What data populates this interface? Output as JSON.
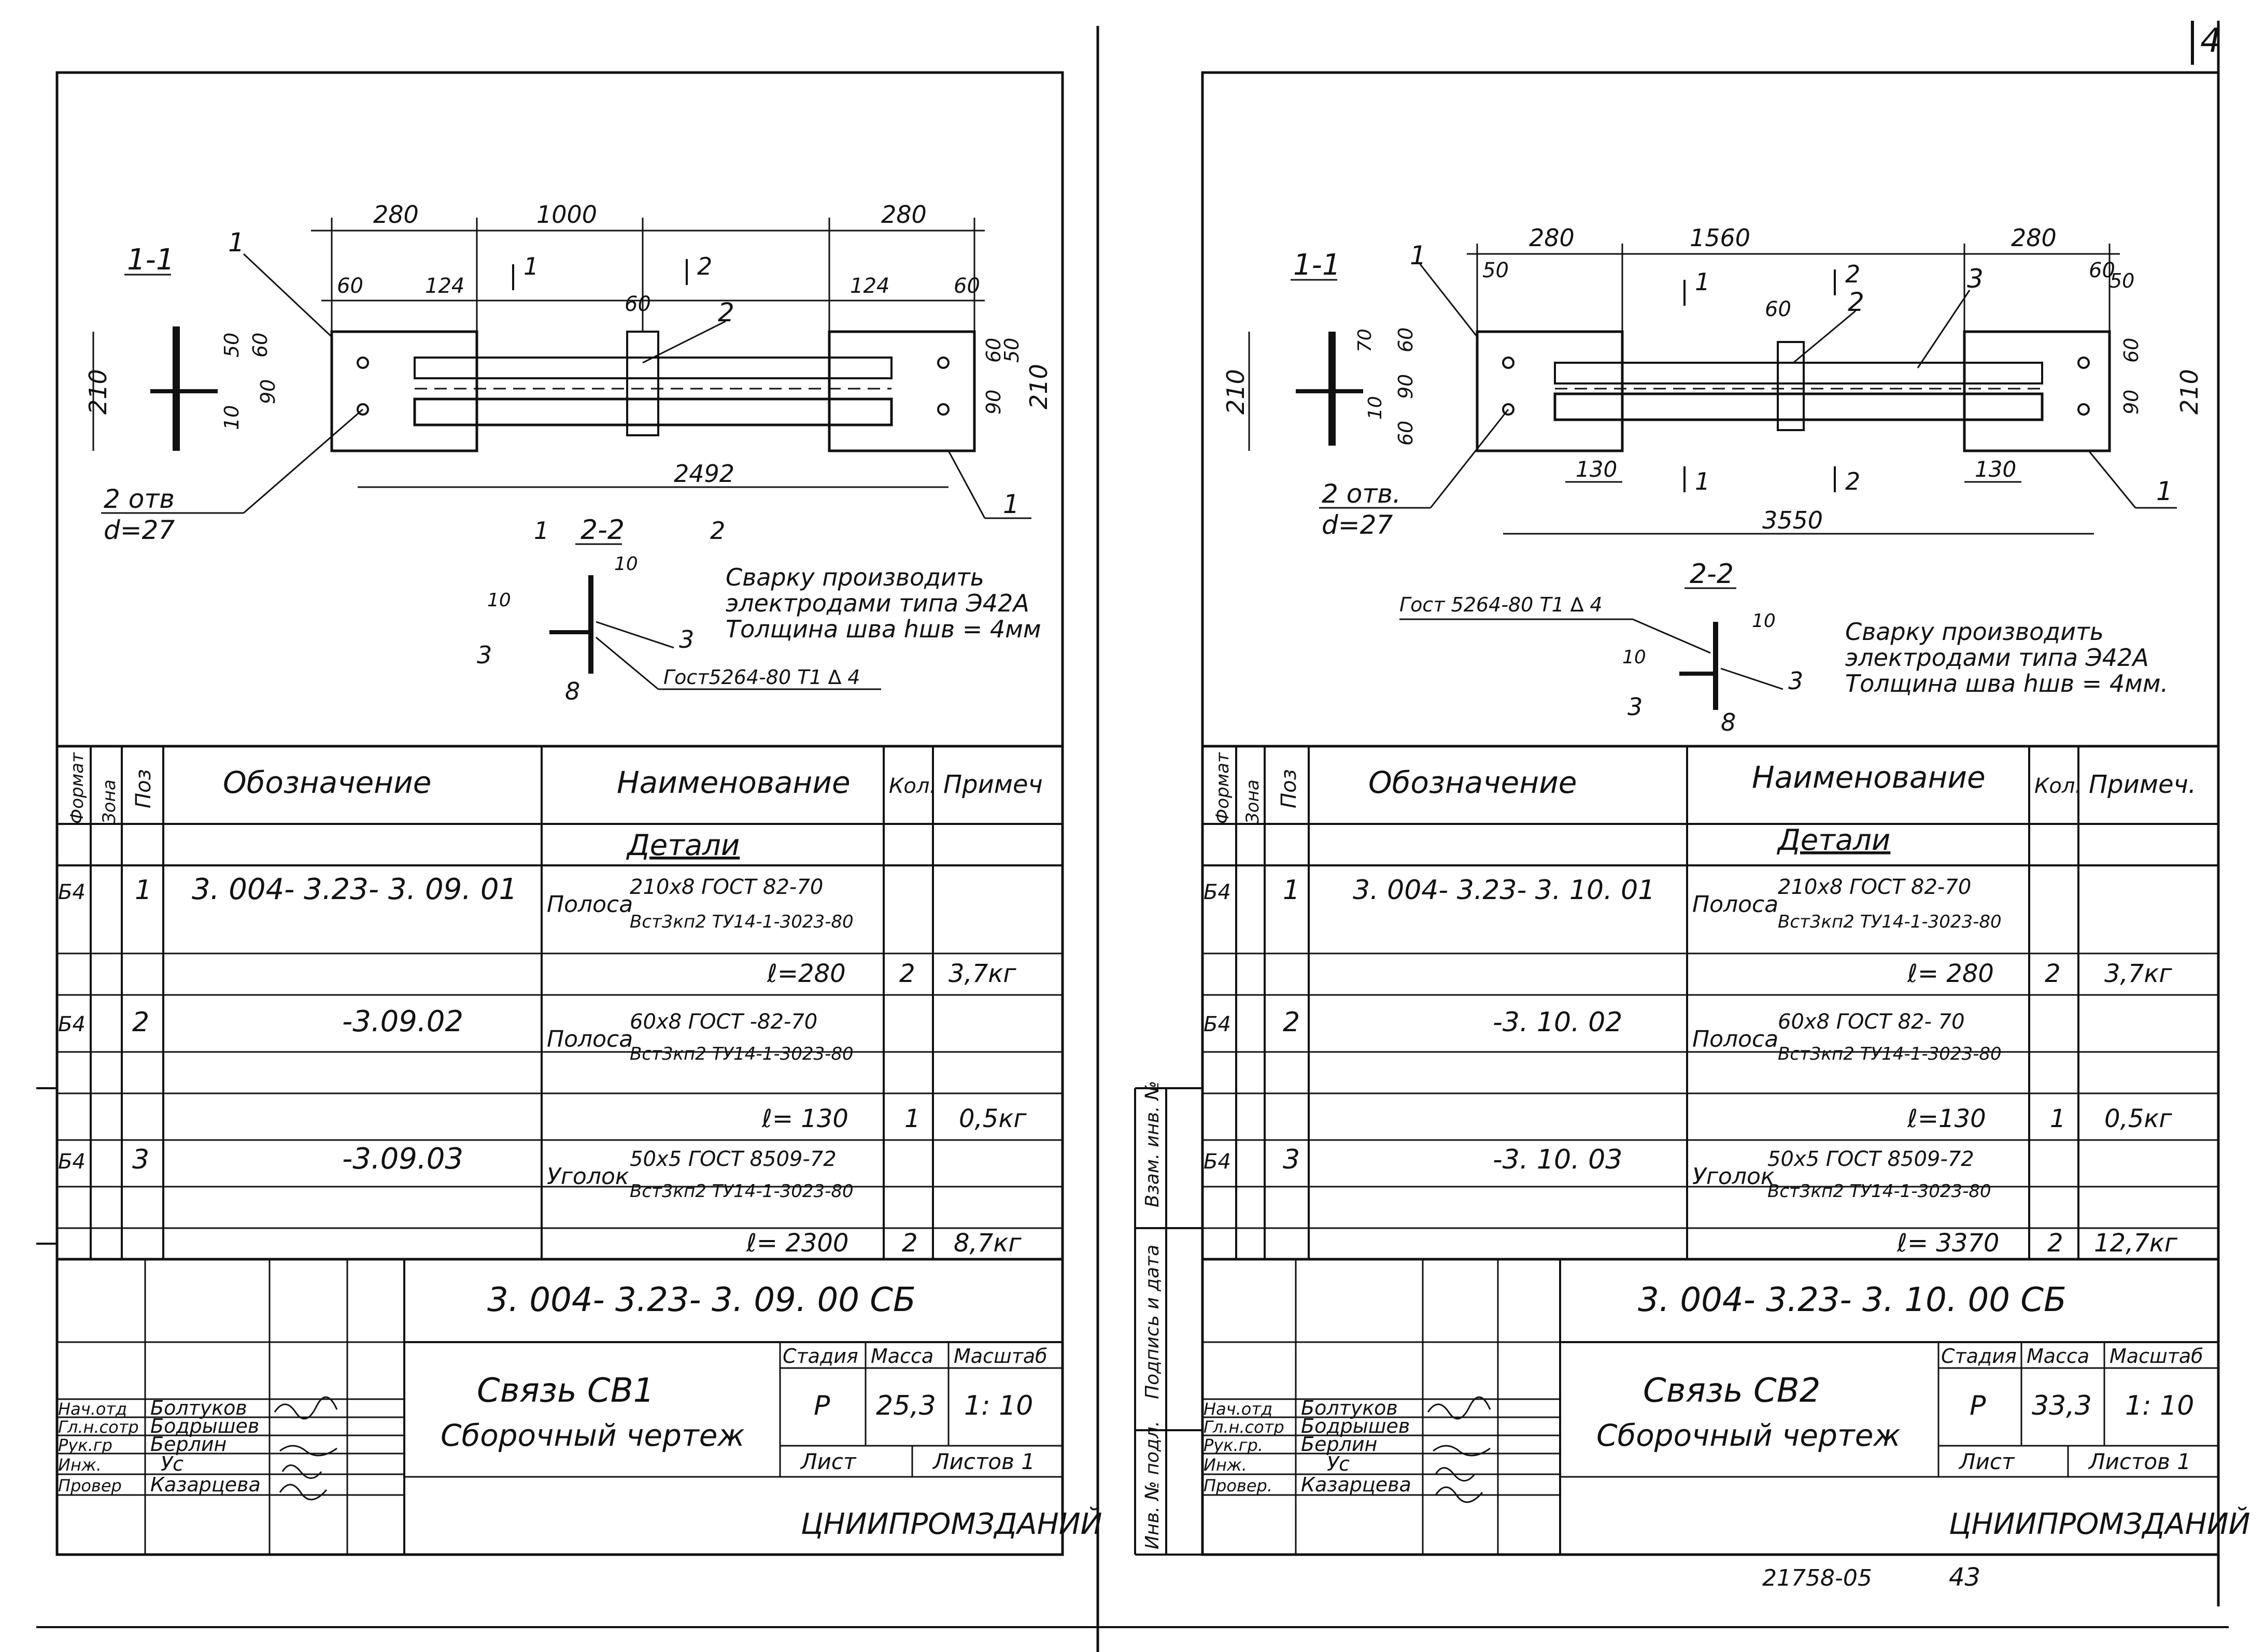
{
  "colors": {
    "ink": "#111111",
    "paper": "#ffffff"
  },
  "sheets": [
    {
      "drawing": {
        "section_1_1": "1-1",
        "section_2_2": "2-2",
        "cut_1": "1",
        "cut_2": "2",
        "dims_top": [
          "280",
          "1000",
          "280"
        ],
        "dims_inner": [
          "60",
          "124",
          "60",
          "124",
          "60"
        ],
        "dim_side_left": "210",
        "dim_side_right": "210",
        "dims_vertical_left": [
          "50",
          "60",
          "90",
          "10"
        ],
        "dims_vertical_right": [
          "60",
          "90",
          "50"
        ],
        "dim_overall": "2492",
        "holes_label": "2 отв",
        "holes_diameter": "d=27",
        "pos_labels": [
          "1",
          "2",
          "3",
          "1"
        ],
        "sect_dims": [
          "10",
          "10",
          "8"
        ],
        "sect_pos": [
          "3",
          "3"
        ],
        "weld_ref": "Гост5264-80 Т1 ∆ 4",
        "note_line1": "Сварку производить",
        "note_line2": "электродами типа Э42А",
        "note_line3": "Толщина шва  hшв = 4мм"
      },
      "spec": {
        "header_format": "Формат",
        "header_zone": "Зона",
        "header_pos": "Поз",
        "header_designation": "Обозначение",
        "header_name": "Наименование",
        "header_qty": "Кол.",
        "header_note": "Примеч",
        "section": "Детали",
        "rows": [
          {
            "fmt": "Б4",
            "pos": "1",
            "designation": "3. 004- 3.23- 3. 09. 01",
            "name": "Полоса",
            "name_sub1": "210х8 ГОСТ 82-70",
            "name_sub2": "Вст3кп2 ТУ14-1-3023-80",
            "len": "ℓ=280",
            "qty": "2",
            "note": "3,7кг"
          },
          {
            "fmt": "Б4",
            "pos": "2",
            "designation": "-3.09.02",
            "name": "Полоса",
            "name_sub1": "60х8 ГОСТ -82-70",
            "name_sub2": "Вст3кп2 ТУ14-1-3023-80",
            "len": "ℓ= 130",
            "qty": "1",
            "note": "0,5кг"
          },
          {
            "fmt": "Б4",
            "pos": "3",
            "designation": "-3.09.03",
            "name": "Уголок",
            "name_sub1": "50х5 ГОСТ 8509-72",
            "name_sub2": "Вст3кп2 ТУ14-1-3023-80",
            "len": "ℓ= 2300",
            "qty": "2",
            "note": "8,7кг"
          }
        ]
      },
      "title": {
        "code": "3. 004- 3.23- 3. 09. 00 СБ",
        "name1": "Связь  СВ1",
        "name2": "Сборочный  чертеж",
        "stage_h": "Стадия",
        "mass_h": "Масса",
        "scale_h": "Масштаб",
        "stage": "Р",
        "mass": "25,3",
        "scale": "1: 10",
        "sheet": "Лист",
        "sheets": "Листов  1",
        "org": "ЦНИИПРОМЗДАНИЙ",
        "roles": [
          "Нач.отд",
          "Гл.н.сотр",
          "Рук.гр",
          "Инж.",
          "Провер"
        ],
        "names": [
          "Болтуков",
          "Бодрышев",
          "Берлин",
          "Ус",
          "Казарцева"
        ]
      }
    },
    {
      "drawing": {
        "section_1_1": "1-1",
        "section_2_2": "2-2",
        "cut_1": "1",
        "cut_2": "2",
        "dims_top": [
          "280",
          "1560",
          "280"
        ],
        "dims_inner": [
          "50",
          "60",
          "60"
        ],
        "dim_side_left": "210",
        "dim_side_right": "210",
        "dims_vertical_left": [
          "70",
          "60",
          "90",
          "60",
          "10"
        ],
        "dims_vertical_right": [
          "60",
          "90",
          "50"
        ],
        "dim_bottom": [
          "130",
          "130"
        ],
        "dim_overall": "3550",
        "holes_label": "2 отв.",
        "holes_diameter": "d=27",
        "pos_labels": [
          "1",
          "2",
          "3",
          "1"
        ],
        "sect_dims": [
          "10",
          "10",
          "8"
        ],
        "sect_pos": [
          "3",
          "3"
        ],
        "weld_ref": "Гост 5264-80 Т1 ∆ 4",
        "note_line1": "Сварку производить",
        "note_line2": "электродами типа Э42А",
        "note_line3": "Толщина шва  hшв = 4мм."
      },
      "spec": {
        "header_format": "Формат",
        "header_zone": "Зона",
        "header_pos": "Поз",
        "header_designation": "Обозначение",
        "header_name": "Наименование",
        "header_qty": "Кол.",
        "header_note": "Примеч.",
        "section": "Детали",
        "rows": [
          {
            "fmt": "Б4",
            "pos": "1",
            "designation": "3. 004- 3.23- 3. 10. 01",
            "name": "Полоса",
            "name_sub1": "210х8 ГОСТ 82-70",
            "name_sub2": "Вст3кп2 ТУ14-1-3023-80",
            "len": "ℓ= 280",
            "qty": "2",
            "note": "3,7кг"
          },
          {
            "fmt": "Б4",
            "pos": "2",
            "designation": "-3. 10. 02",
            "name": "Полоса",
            "name_sub1": "60х8 ГОСТ 82- 70",
            "name_sub2": "Вст3кп2 ТУ14-1-3023-80",
            "len": "ℓ=130",
            "qty": "1",
            "note": "0,5кг"
          },
          {
            "fmt": "Б4",
            "pos": "3",
            "designation": "-3. 10. 03",
            "name": "Уголок",
            "name_sub1": "50х5 ГОСТ 8509-72",
            "name_sub2": "Вст3кп2 ТУ14-1-3023-80",
            "len": "ℓ= 3370",
            "qty": "2",
            "note": "12,7кг"
          }
        ]
      },
      "title": {
        "code": "3. 004- 3.23- 3. 10. 00 СБ",
        "name1": "Связь  СВ2",
        "name2": "Сборочный  чертеж",
        "stage_h": "Стадия",
        "mass_h": "Масса",
        "scale_h": "Масштаб",
        "stage": "Р",
        "mass": "33,3",
        "scale": "1: 10",
        "sheet": "Лист",
        "sheets": "Листов 1",
        "org": "ЦНИИПРОМЗДАНИЙ",
        "roles": [
          "Нач.отд",
          "Гл.н.сотр",
          "Рук.гр.",
          "Инж.",
          "Провер."
        ],
        "names": [
          "Болтуков",
          "Бодрышев",
          "Берлин",
          "Ус",
          "Казарцева"
        ]
      },
      "side_stamp": [
        "Взам. инв. №",
        "Подпись и дата",
        "Инв. № подл."
      ]
    }
  ],
  "footer": {
    "album": "21758-05",
    "page": "43",
    "corner_mark": "4"
  }
}
